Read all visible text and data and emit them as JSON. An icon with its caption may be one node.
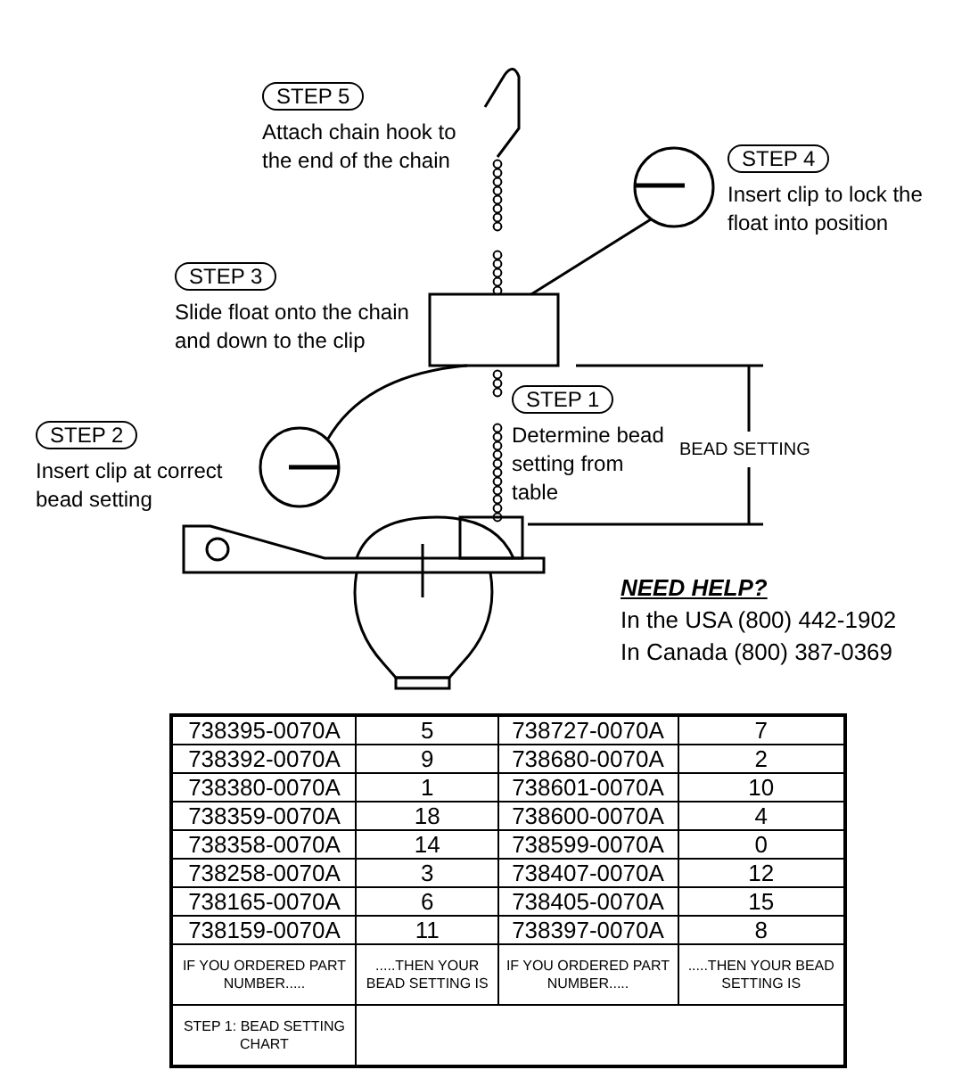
{
  "diagram": {
    "nodes": [
      {
        "text": [
          "STEP 5",
          "Attach chain hook to the end of the chain"
        ]
      },
      {
        "text": [
          "STEP 4",
          "Insert clip to lock the float into position"
        ]
      },
      {
        "text": [
          "STEP 3",
          "Slide float onto the chain and down to the clip"
        ]
      },
      {
        "text": [
          "STEP 1",
          "Determine bead setting from table"
        ]
      },
      {
        "text": [
          "STEP 2",
          "Insert clip at correct bead setting"
        ]
      }
    ],
    "labels": [
      "BEAD SETTING",
      "NEED HELP?",
      "In the USA (800) 442-1902",
      "In Canada (800) 387-0369",
      "738395-0070A",
      "5",
      "738727-0070A",
      "7",
      "738392-0070A",
      "9",
      "738680-0070A",
      "2",
      "738380-0070A",
      "1",
      "738601-0070A",
      "10",
      "738359-0070A",
      "18",
      "738600-0070A",
      "4",
      "738358-0070A",
      "14",
      "738599-0070A",
      "0",
      "738258-0070A",
      "3",
      "738407-0070A",
      "12",
      "738165-0070A",
      "6",
      "738405-0070A",
      "15",
      "738159-0070A",
      "11",
      "738397-0070A",
      "8",
      "IF YOU ORDERED PART NUMBER.....",
      ".....THEN YOUR BEAD SETTING IS",
      "IF YOU ORDERED PART NUMBER.....",
      ".....THEN YOUR BEAD SETTING IS",
      "STEP 1: BEAD SETTING CHART"
    ]
  }
}
